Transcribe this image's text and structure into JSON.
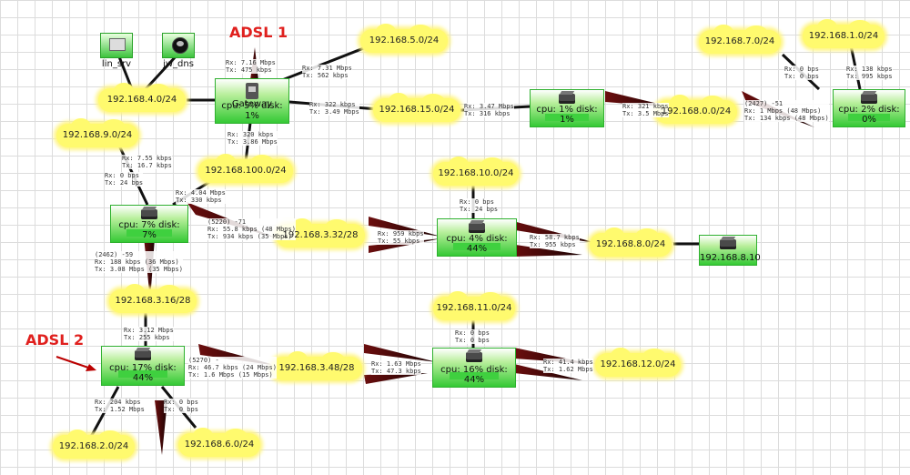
{
  "adsl1_label": "ADSL 1",
  "adsl2_label": "ADSL 2",
  "hosts": [
    {
      "label": "lin_srv",
      "icon": "desktop-icon"
    },
    {
      "label": "jw_dns",
      "icon": "globe-icon"
    }
  ],
  "gateway": {
    "name": "Gateway",
    "status": "cpu: 5% disk: 1%"
  },
  "nodes": {
    "router_top_right1": {
      "status": "cpu: 1% disk: 1%"
    },
    "router_top_right2": {
      "status": "cpu: 2% disk: 0%"
    },
    "router_left1": {
      "status": "cpu: 7% disk: 7%"
    },
    "router_mid1": {
      "status": "cpu: 4% disk: 44%"
    },
    "router_host": {
      "status": "192.168.8.10"
    },
    "router_left2": {
      "status": "cpu: 17% disk: 44%"
    },
    "router_mid2": {
      "status": "cpu: 16% disk: 44%"
    }
  },
  "networks": [
    "192.168.5.0/24",
    "192.168.4.0/24",
    "192.168.15.0/24",
    "192.168.0.0/24",
    "192.168.7.0/24",
    "192.168.1.0/24",
    "192.168.9.0/24",
    "192.168.100.0/24",
    "192.168.10.0/24",
    "192.168.3.32/28",
    "192.168.8.0/24",
    "192.168.3.16/28",
    "192.168.11.0/24",
    "192.168.3.48/28",
    "192.168.12.0/24",
    "192.168.2.0/24",
    "192.168.6.0/24"
  ],
  "stats": [
    "Rx: 7.16 Mbps\nTx: 475 kbps",
    "Rx: 7.31 Mbps\nTx: 562 kbps",
    "Rx: 322 kbps\nTx: 3.49 Mbps",
    "Rx: 320 kbps\nTx: 3.86 Mbps",
    "Rx: 3.47 Mbps\nTx: 316 kbps",
    "Rx: 321 kbps\nTx: 3.5 Mbps",
    "Rx: 0 bps\nTx: 0 bps",
    "Rx: 138 kbps\nTx: 995 kbps",
    "(2427) -51\nRx: 1 Mbps (48 Mbps)\nTx: 134 kbps (48 Mbps)",
    "Rx: 7.55 kbps\nTx: 16.7 kbps",
    "Rx: 0 bps\nTx: 24 bps",
    "Rx: 4.04 Mbps\nTx: 330 kbps",
    "Rx: 0 bps\nTx: 24 bps",
    "(5220) -71\nRx: 55.8 kbps (48 Mbps)\nTx: 934 kbps (35 Mbps)",
    "Rx: 959 kbps\nTx: 55 kbps",
    "Rx: 58.7 kbps\nTx: 955 kbps",
    "(2462) -59\nRx: 188 kbps (36 Mbps)\nTx: 3.08 Mbps (35 Mbps)",
    "Rx: 3.12 Mbps\nTx: 255 kbps",
    "Rx: 0 bps\nTx: 0 bps",
    "(5270) -\nRx: 46.7 kbps (24 Mbps)\nTx: 1.6 Mbps (15 Mbps)",
    "Rx: 1.63 Mbps\nTx: 47.3 kbps",
    "Rx: 41.4 kbps\nTx: 1.62 Mbps",
    "Rx: 204 kbps\nTx: 1.52 Mbps",
    "Rx: 0 bps\nTx: 0 bps"
  ]
}
